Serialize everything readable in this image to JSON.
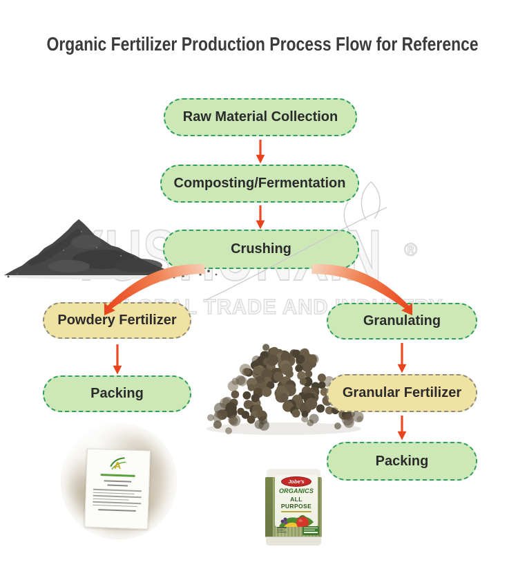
{
  "title": "Organic Fertilizer Production Process Flow for Reference",
  "watermark": {
    "brand": "YUSHUNXIN",
    "registered_mark": "®",
    "tagline": "GLOBAL TRADE AND INDUSTRY"
  },
  "flow": {
    "main_nodes": [
      {
        "label": "Raw Material Collection",
        "variant": "green"
      },
      {
        "label": "Composting/Fermentation",
        "variant": "green"
      },
      {
        "label": "Crushing",
        "variant": "green"
      },
      {
        "label": "Powdery Fertilizer",
        "variant": "yellow"
      },
      {
        "label": "Packing",
        "variant": "green"
      },
      {
        "label": "Granulating",
        "variant": "green"
      },
      {
        "label": "Granular Fertilizer",
        "variant": "yellow"
      },
      {
        "label": "Packing",
        "variant": "green"
      }
    ]
  },
  "product_bag": {
    "brand": "Jobe's",
    "line": "ORGANICS",
    "product_name": "ALL PURPOSE"
  },
  "colors": {
    "title_text": "#3b3b3b",
    "node_text": "#2b2b2b",
    "node_green_fill": "#cde8b7",
    "node_green_border": "#2f9e63",
    "node_yellow_fill": "#f0e2a3",
    "node_yellow_border": "#8e8d7f",
    "arrow": "#ee4a26",
    "arrow_head": "#e8431c",
    "watermark_gray": "#d9d9d9",
    "granule_shades": [
      "#564a36",
      "#645744",
      "#4b4233",
      "#6e614b",
      "#776a52",
      "#49412f",
      "#5d5140",
      "#685c47"
    ]
  }
}
